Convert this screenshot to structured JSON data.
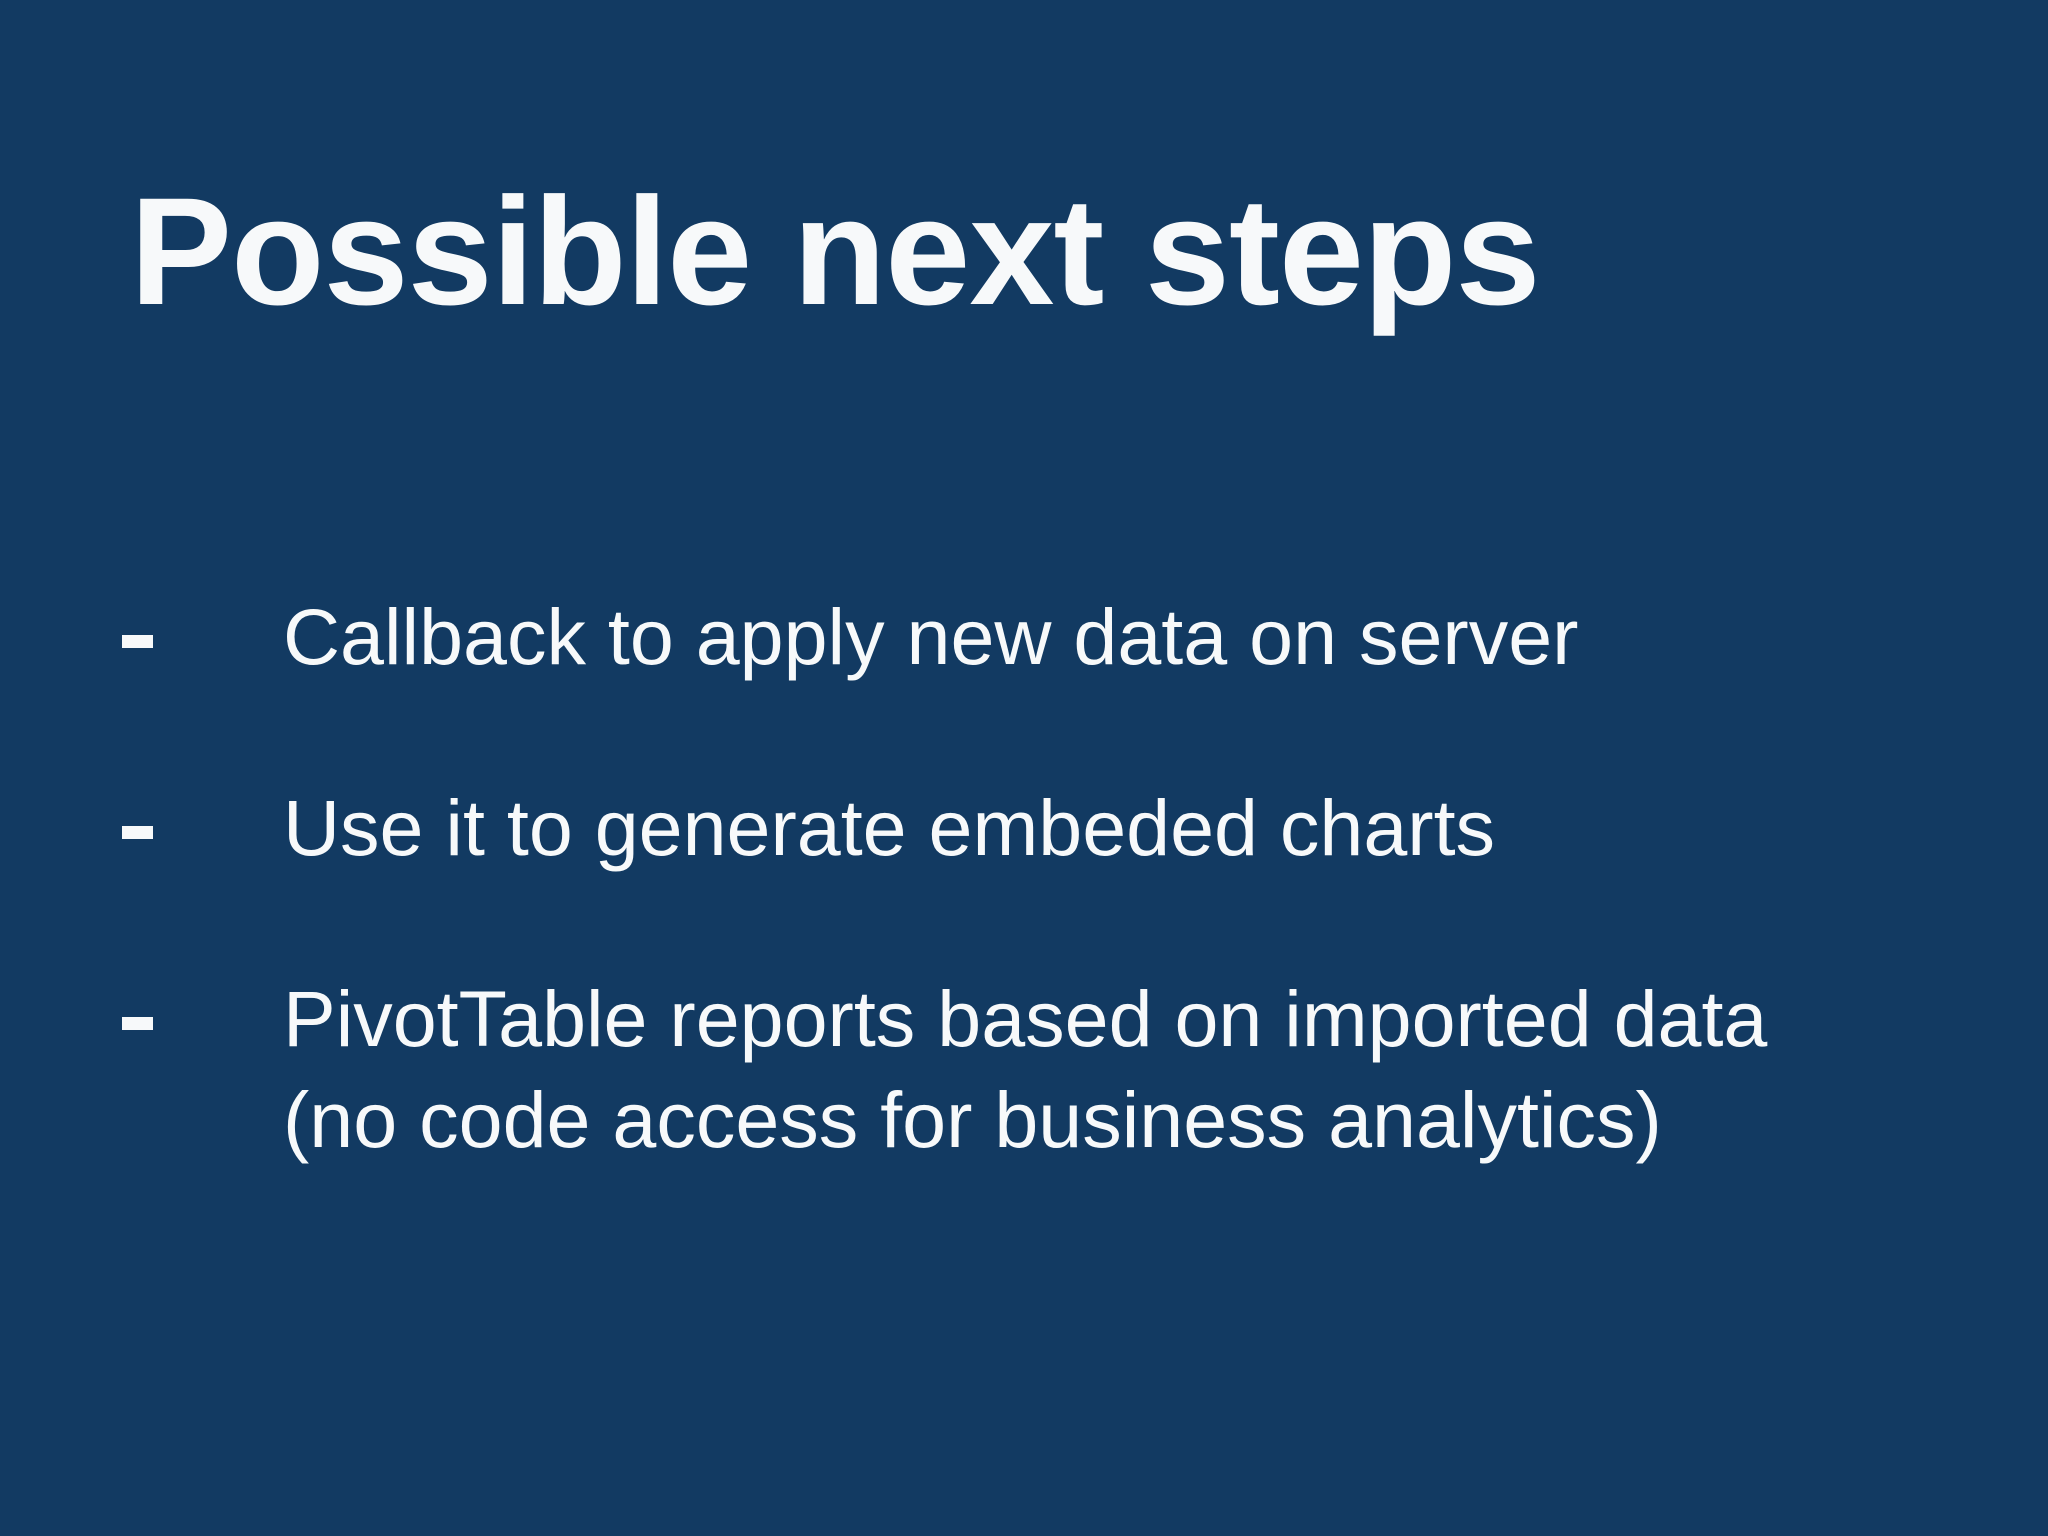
{
  "slide": {
    "title": "Possible next steps",
    "bullets": [
      {
        "marker": "-",
        "lines": [
          "Callback to apply new data on server"
        ]
      },
      {
        "marker": "-",
        "lines": [
          "Use it to generate embeded charts"
        ]
      },
      {
        "marker": "-",
        "lines": [
          "PivotTable reports based on imported data",
          "(no code access for business analytics)"
        ]
      }
    ],
    "colors": {
      "background": "#123A62",
      "text": "#F7F9FA"
    }
  }
}
